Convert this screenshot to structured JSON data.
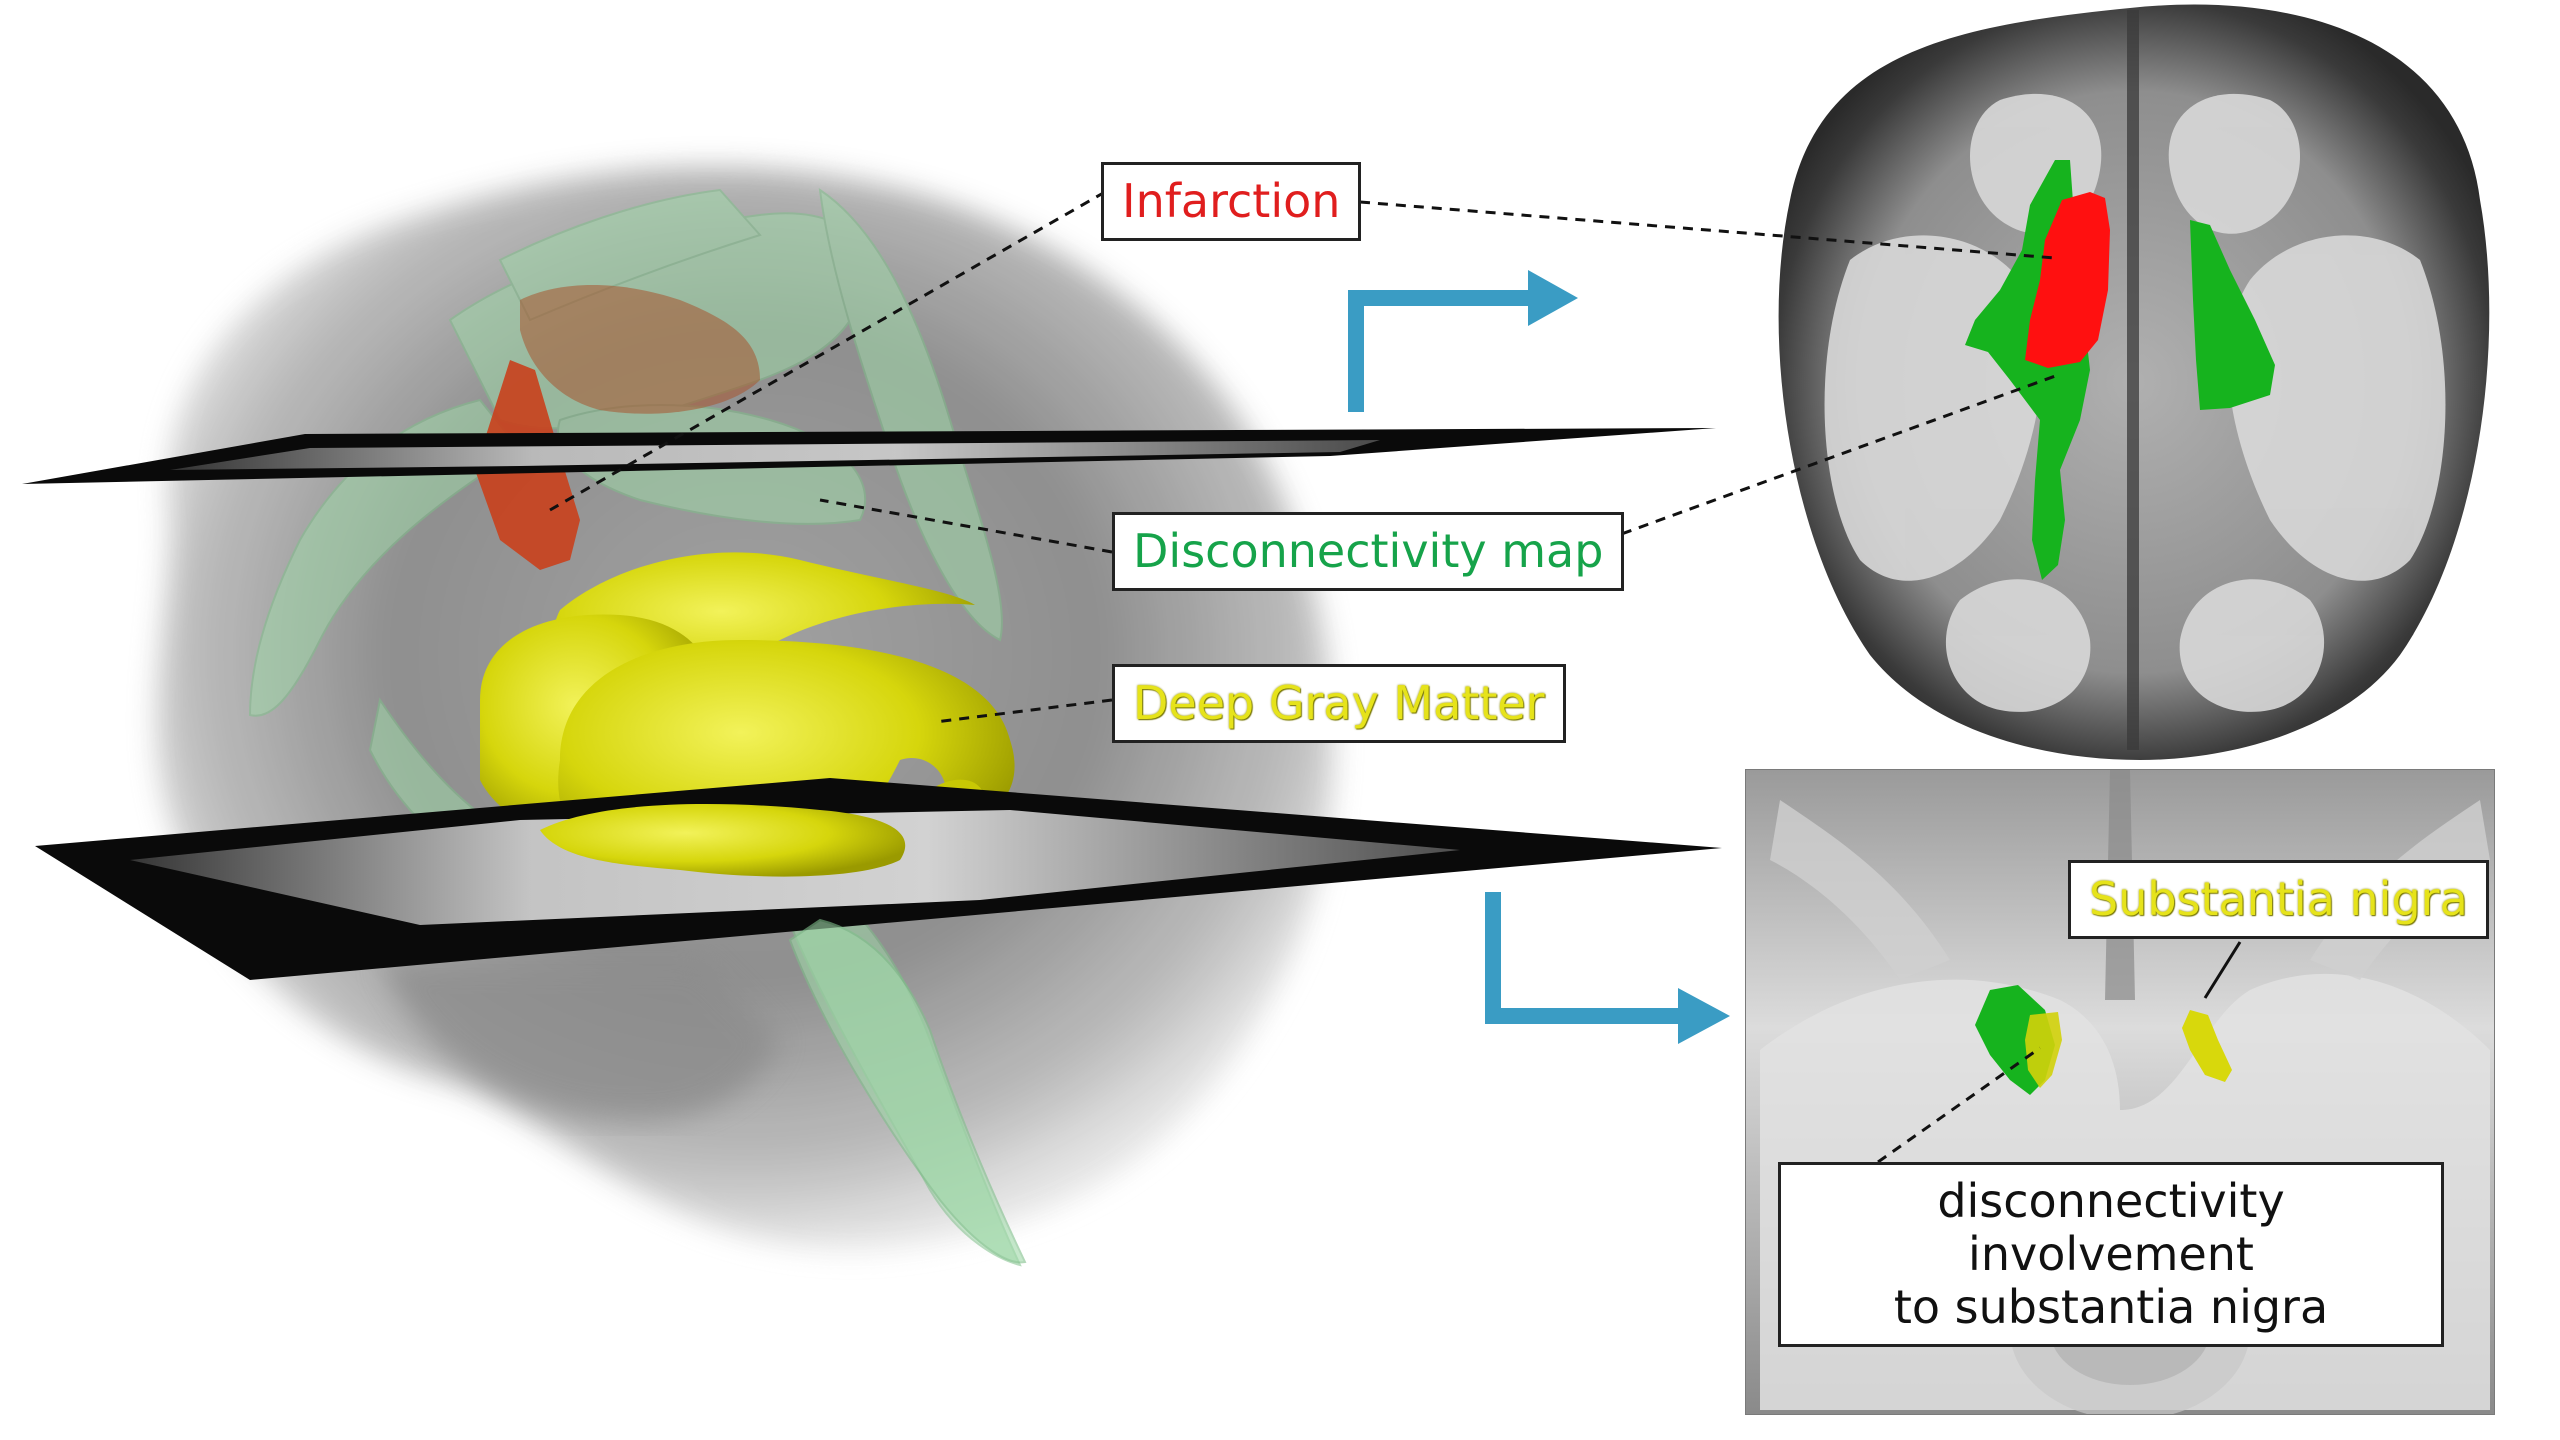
{
  "labels": {
    "infarction": "Infarction",
    "disconnectivity_map": "Disconnectivity map",
    "deep_gray_matter": "Deep Gray Matter",
    "substantia_nigra": "Substantia nigra",
    "involvement_line1": "disconnectivity involvement",
    "involvement_line2": "to substantia nigra"
  },
  "colors": {
    "infarction": "#e01e1e",
    "disconnectivity": "#16a34a",
    "deep_gray_matter": "#e6e31a",
    "arrow": "#3a9cc4",
    "slice_plane": "#000000"
  }
}
